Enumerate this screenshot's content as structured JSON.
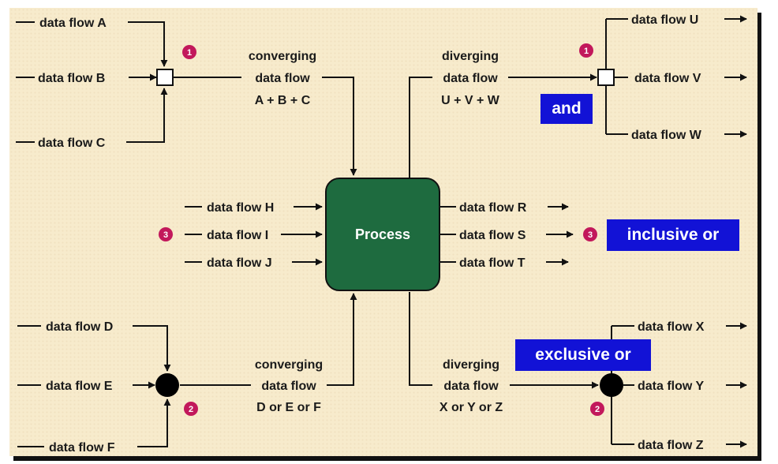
{
  "flows": {
    "a": "data flow A",
    "b": "data flow B",
    "c": "data flow C",
    "d": "data flow D",
    "e": "data flow E",
    "f": "data flow F",
    "h": "data flow H",
    "i": "data flow I",
    "j": "data flow J",
    "r": "data flow R",
    "s": "data flow S",
    "t": "data flow T",
    "u": "data flow U",
    "v": "data flow V",
    "w": "data flow W",
    "x": "data flow X",
    "y": "data flow Y",
    "z": "data flow Z"
  },
  "process": {
    "label": "Process",
    "color": "#1e6b3f"
  },
  "labels": {
    "converging_abc": [
      "converging",
      "data flow",
      "A + B + C"
    ],
    "diverging_uvw": [
      "diverging",
      "data flow",
      "U + V + W"
    ],
    "converging_def": [
      "converging",
      "data flow",
      "D or E or F"
    ],
    "diverging_xyz": [
      "diverging",
      "data flow",
      "X or Y or Z"
    ]
  },
  "markers": {
    "and": "1",
    "exclusive_or": "2",
    "inclusive_or": "3",
    "color": "#c2185b"
  },
  "callouts": {
    "and": "and",
    "inclusive_or": "inclusive or",
    "exclusive_or": "exclusive or",
    "color": "#1212d6"
  }
}
